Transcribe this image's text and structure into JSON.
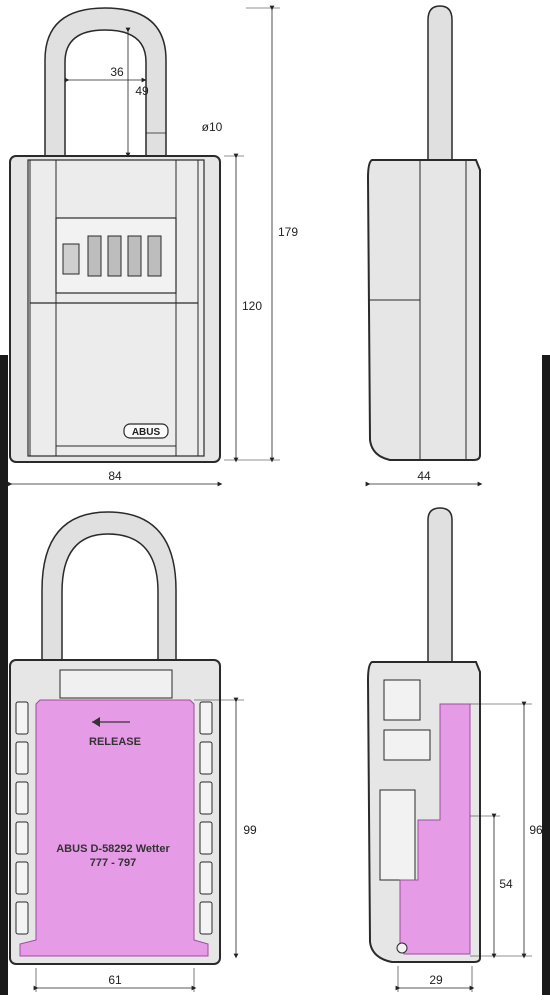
{
  "dimensions": {
    "shackle_inner_width": "36",
    "shackle_inner_height": "49",
    "shackle_diameter": "ø10",
    "total_height": "179",
    "body_height": "120",
    "body_width": "84",
    "body_depth": "44",
    "inner_height": "99",
    "inner_width": "61",
    "inner_total_height": "96",
    "inner_lower_height": "54",
    "inner_depth": "29"
  },
  "labels": {
    "brand": "ABUS",
    "release": "RELEASE",
    "address_line1": "ABUS D-58292 Wetter",
    "address_line2": "777 - 797"
  },
  "colors": {
    "background": "#ffffff",
    "body_fill": "#e6e6e6",
    "outline": "#2a2a2a",
    "interior_highlight": "#e58de6",
    "side_bands": "#1a1a1a"
  }
}
